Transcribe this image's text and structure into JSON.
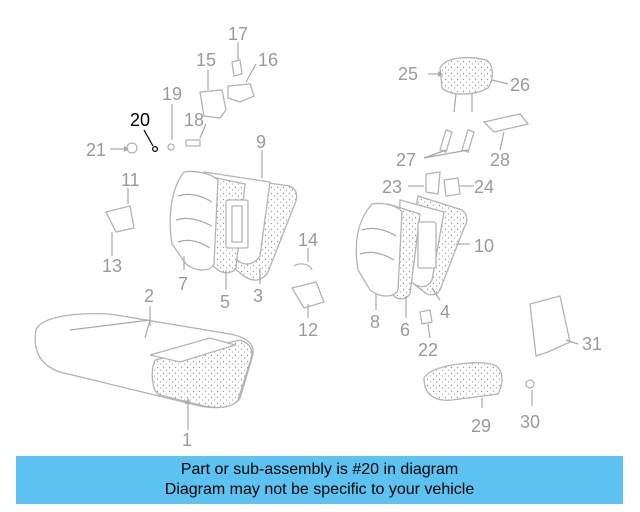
{
  "diagram": {
    "highlighted_part": "20",
    "callouts": [
      "1",
      "2",
      "3",
      "4",
      "5",
      "6",
      "7",
      "8",
      "9",
      "10",
      "11",
      "12",
      "13",
      "14",
      "15",
      "16",
      "17",
      "18",
      "19",
      "20",
      "21",
      "22",
      "23",
      "24",
      "25",
      "26",
      "27",
      "28",
      "29",
      "30",
      "31"
    ]
  },
  "banner": {
    "line1": "Part or sub-assembly is #20 in diagram",
    "line2": "Diagram may not be specific to your vehicle"
  },
  "colors": {
    "banner_bg": "#5bc2f1",
    "label_gray": "#9a9a9a",
    "highlight": "#000000"
  }
}
